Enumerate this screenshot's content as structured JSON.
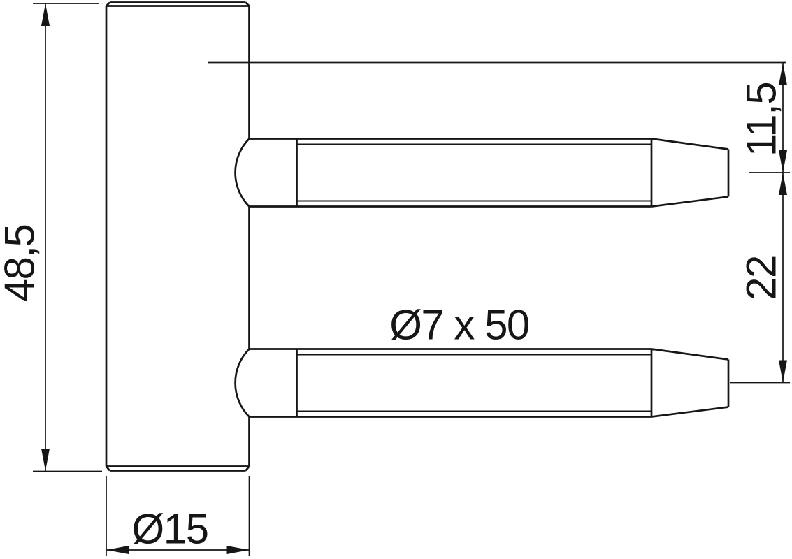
{
  "drawing": {
    "background_color": "#ffffff",
    "line_color": "#161616",
    "view": "hinge-frame-part-side-view",
    "dimensions": {
      "overall_height": {
        "label": "48,5",
        "value": 48.5
      },
      "body_diameter": {
        "label": "Ø15",
        "value": 15
      },
      "pin_spec": {
        "label": "Ø7 x 50",
        "diameter": 7,
        "length": 50
      },
      "edge_to_upper_pin": {
        "label": "11,5",
        "value": 11.5
      },
      "pin_center_distance": {
        "label": "22",
        "value": 22
      }
    }
  }
}
